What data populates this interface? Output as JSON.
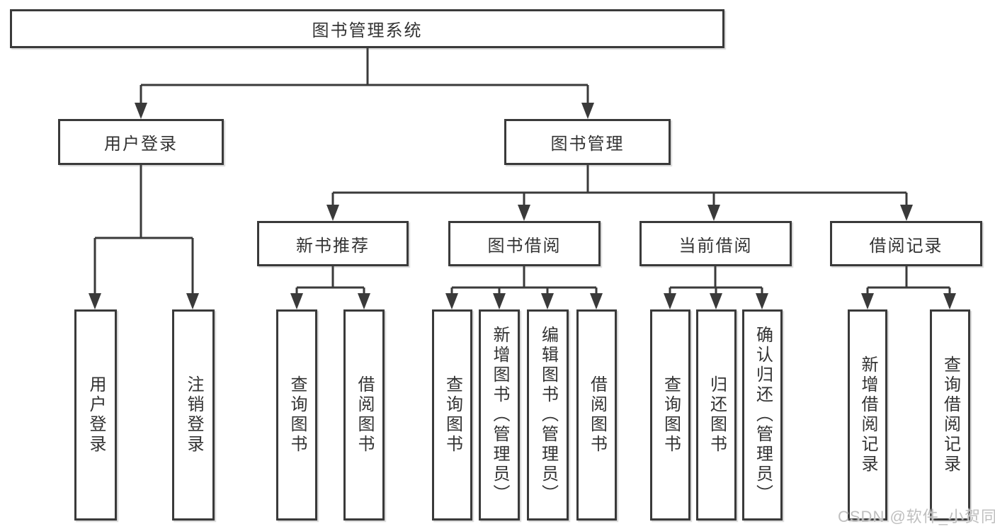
{
  "diagram": {
    "nodes": {
      "root": "图书管理系统",
      "user_login": "用户登录",
      "book_mgmt": "图书管理",
      "new_books": "新书推荐",
      "book_borrow": "图书借阅",
      "current_borrow": "当前借阅",
      "borrow_records": "借阅记录"
    },
    "leaves": {
      "user_login": [
        "用户登录",
        "注销登录"
      ],
      "new_books": [
        "查询图书",
        "借阅图书"
      ],
      "book_borrow": [
        "查询图书",
        "新增图书（管理员）",
        "编辑图书（管理员）",
        "借阅图书"
      ],
      "current_borrow": [
        "查询图书",
        "归还图书",
        "确认归还（管理员）"
      ],
      "borrow_records": [
        "新增借阅记录",
        "查询借阅记录"
      ]
    },
    "watermark": "CSDN @软件_小贺同学",
    "colors": {
      "line": "#3a3a3a",
      "text": "#333333",
      "watermark": "#bfbfbf",
      "background": "#ffffff"
    }
  }
}
